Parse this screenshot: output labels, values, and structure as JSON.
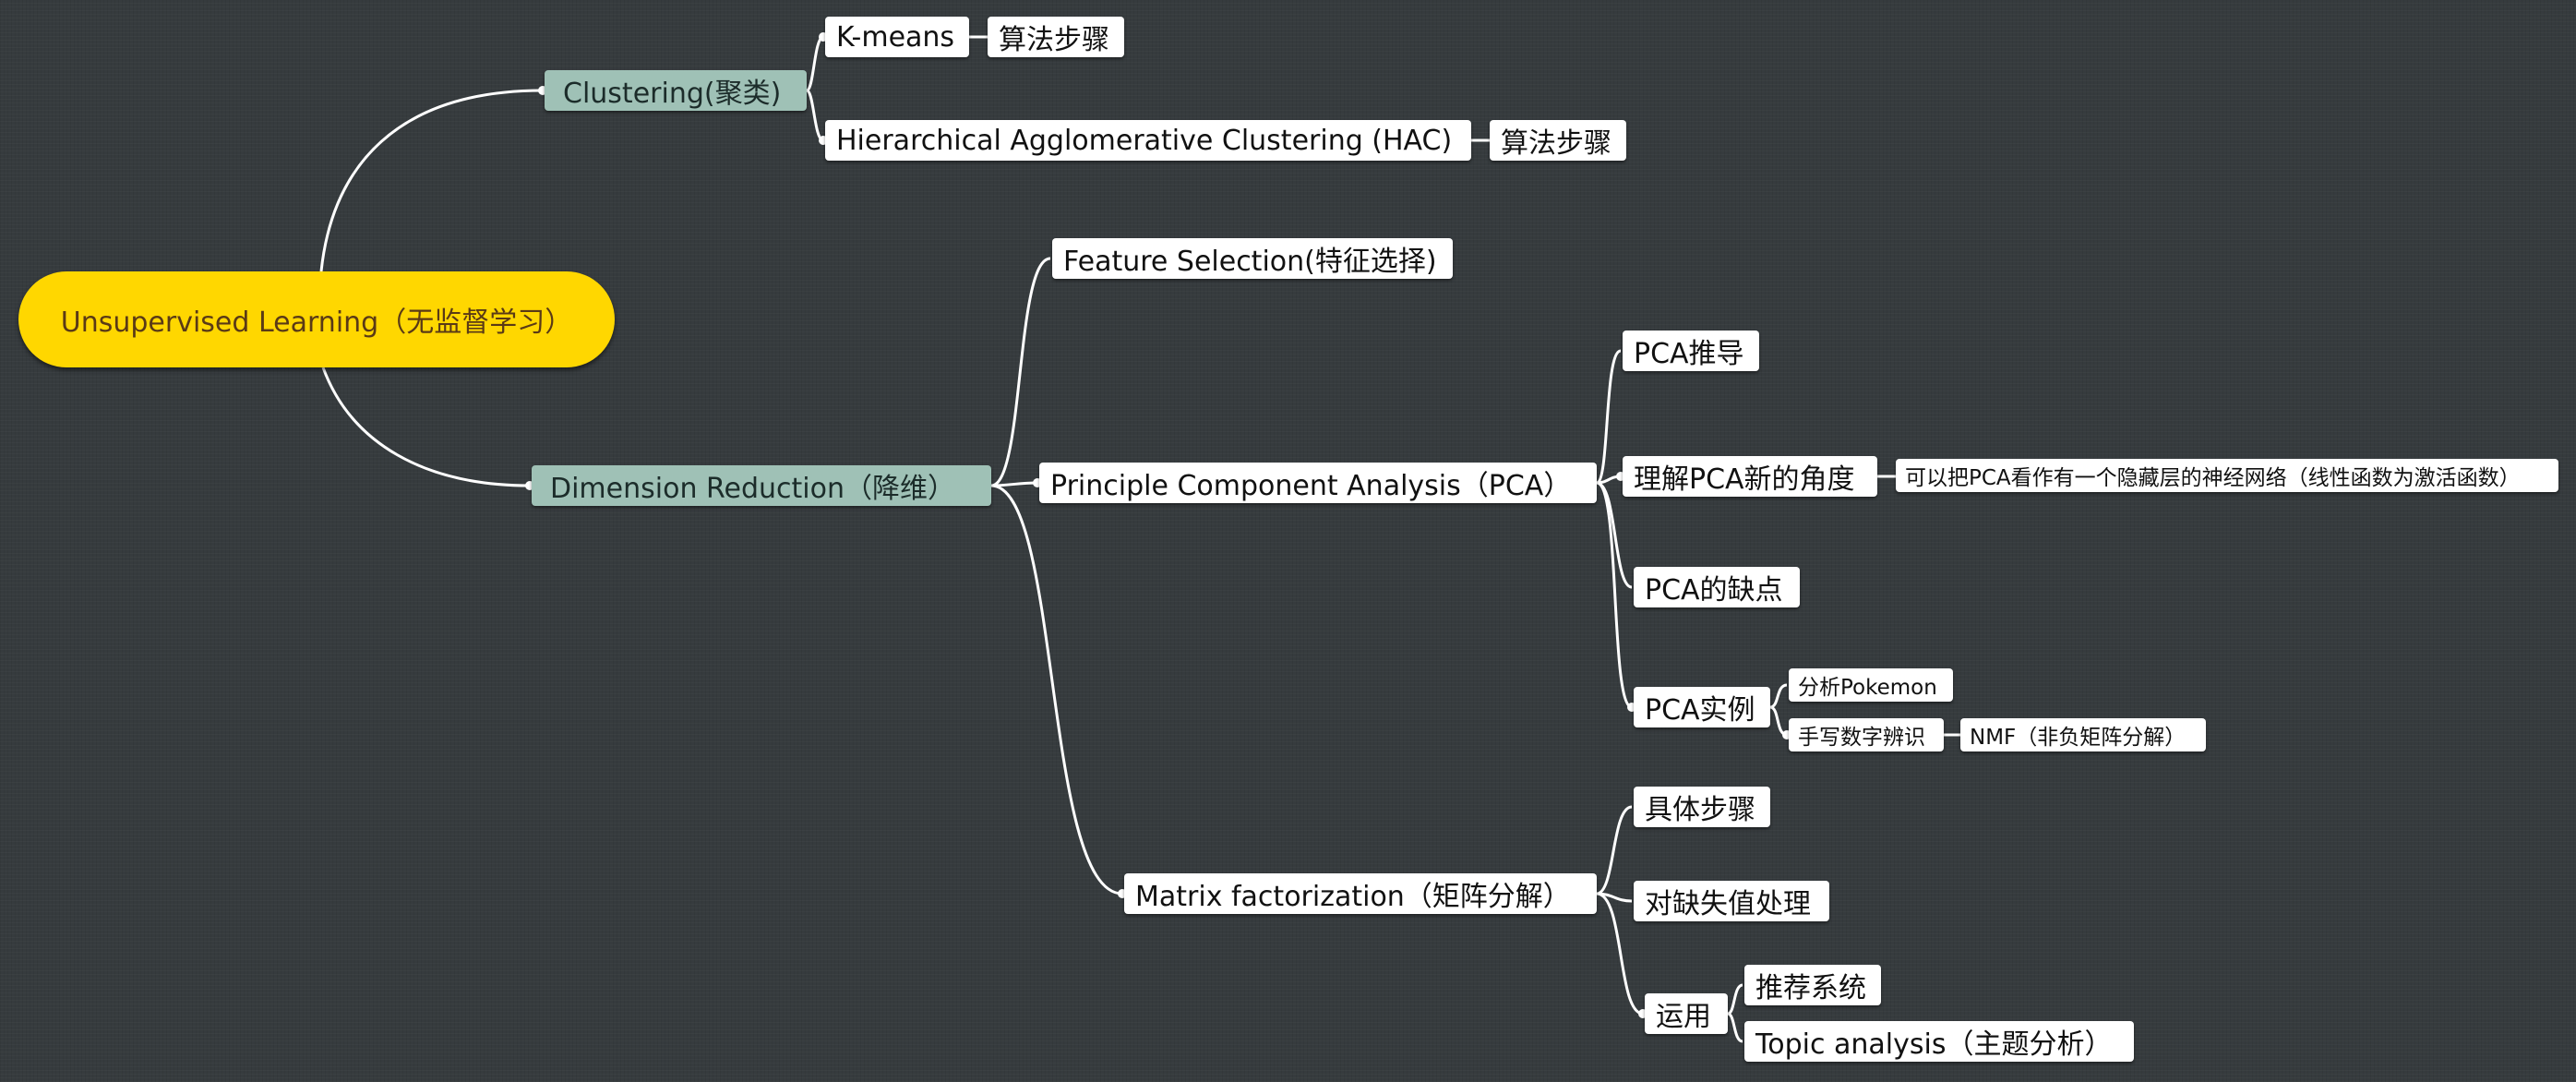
{
  "root": "Unsupervised Learning（无监督学习）",
  "clustering": {
    "label": "Clustering(聚类)",
    "kmeans": "K-means",
    "kmeans_step": "算法步骤",
    "hac": "Hierarchical Agglomerative Clustering (HAC)",
    "hac_step": "算法步骤"
  },
  "dimension_reduction": {
    "label": "Dimension Reduction（降维）",
    "feature_selection": "Feature Selection(特征选择)",
    "pca": {
      "label": "Principle Component Analysis（PCA）",
      "derive": "PCA推导",
      "new_view": "理解PCA新的角度",
      "new_view_note": "可以把PCA看作有一个隐藏层的神经网络（线性函数为激活函数）",
      "weakness": "PCA的缺点",
      "examples": "PCA实例",
      "pokemon": "分析Pokemon",
      "digits": "手写数字辨识",
      "nmf": "NMF（非负矩阵分解）"
    },
    "mf": {
      "label": "Matrix factorization（矩阵分解）",
      "steps": "具体步骤",
      "missing": "对缺失值处理",
      "apply": "运用",
      "recommend": "推荐系统",
      "topic": "Topic analysis（主题分析）"
    }
  },
  "colors": {
    "background": "#363b3e",
    "root": "#ffd700",
    "main_branch": "#9fc1b6",
    "node": "#ffffff",
    "line": "#ffffff"
  }
}
